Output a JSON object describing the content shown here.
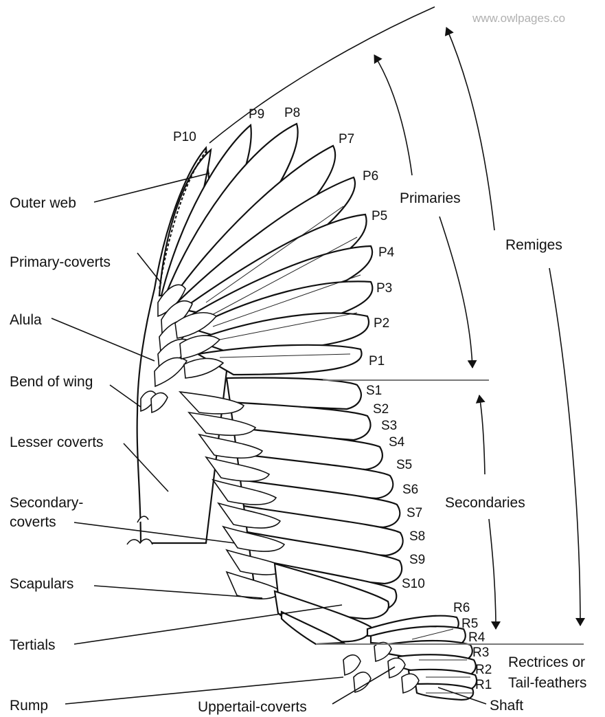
{
  "watermark": "www.owlpages.co",
  "labels": {
    "outer_web": "Outer web",
    "primary_coverts": "Primary-coverts",
    "alula": "Alula",
    "bend_of_wing": "Bend of wing",
    "lesser_coverts": "Lesser coverts",
    "secondary_coverts_1": "Secondary-",
    "secondary_coverts_2": "coverts",
    "scapulars": "Scapulars",
    "tertials": "Tertials",
    "rump": "Rump",
    "uppertail_coverts": "Uppertail-coverts",
    "shaft": "Shaft",
    "rectrices_1": "Rectrices or",
    "rectrices_2": "Tail-feathers",
    "primaries": "Primaries",
    "secondaries": "Secondaries",
    "remiges": "Remiges"
  },
  "primaries": [
    "P10",
    "P9",
    "P8",
    "P7",
    "P6",
    "P5",
    "P4",
    "P3",
    "P2",
    "P1"
  ],
  "secondaries": [
    "S1",
    "S2",
    "S3",
    "S4",
    "S5",
    "S6",
    "S7",
    "S8",
    "S9",
    "S10"
  ],
  "rectrices": [
    "R6",
    "R5",
    "R4",
    "R3",
    "R2",
    "R1"
  ],
  "colors": {
    "ink": "#111111",
    "watermark": "#b0b0b0",
    "divider": "#777777"
  }
}
